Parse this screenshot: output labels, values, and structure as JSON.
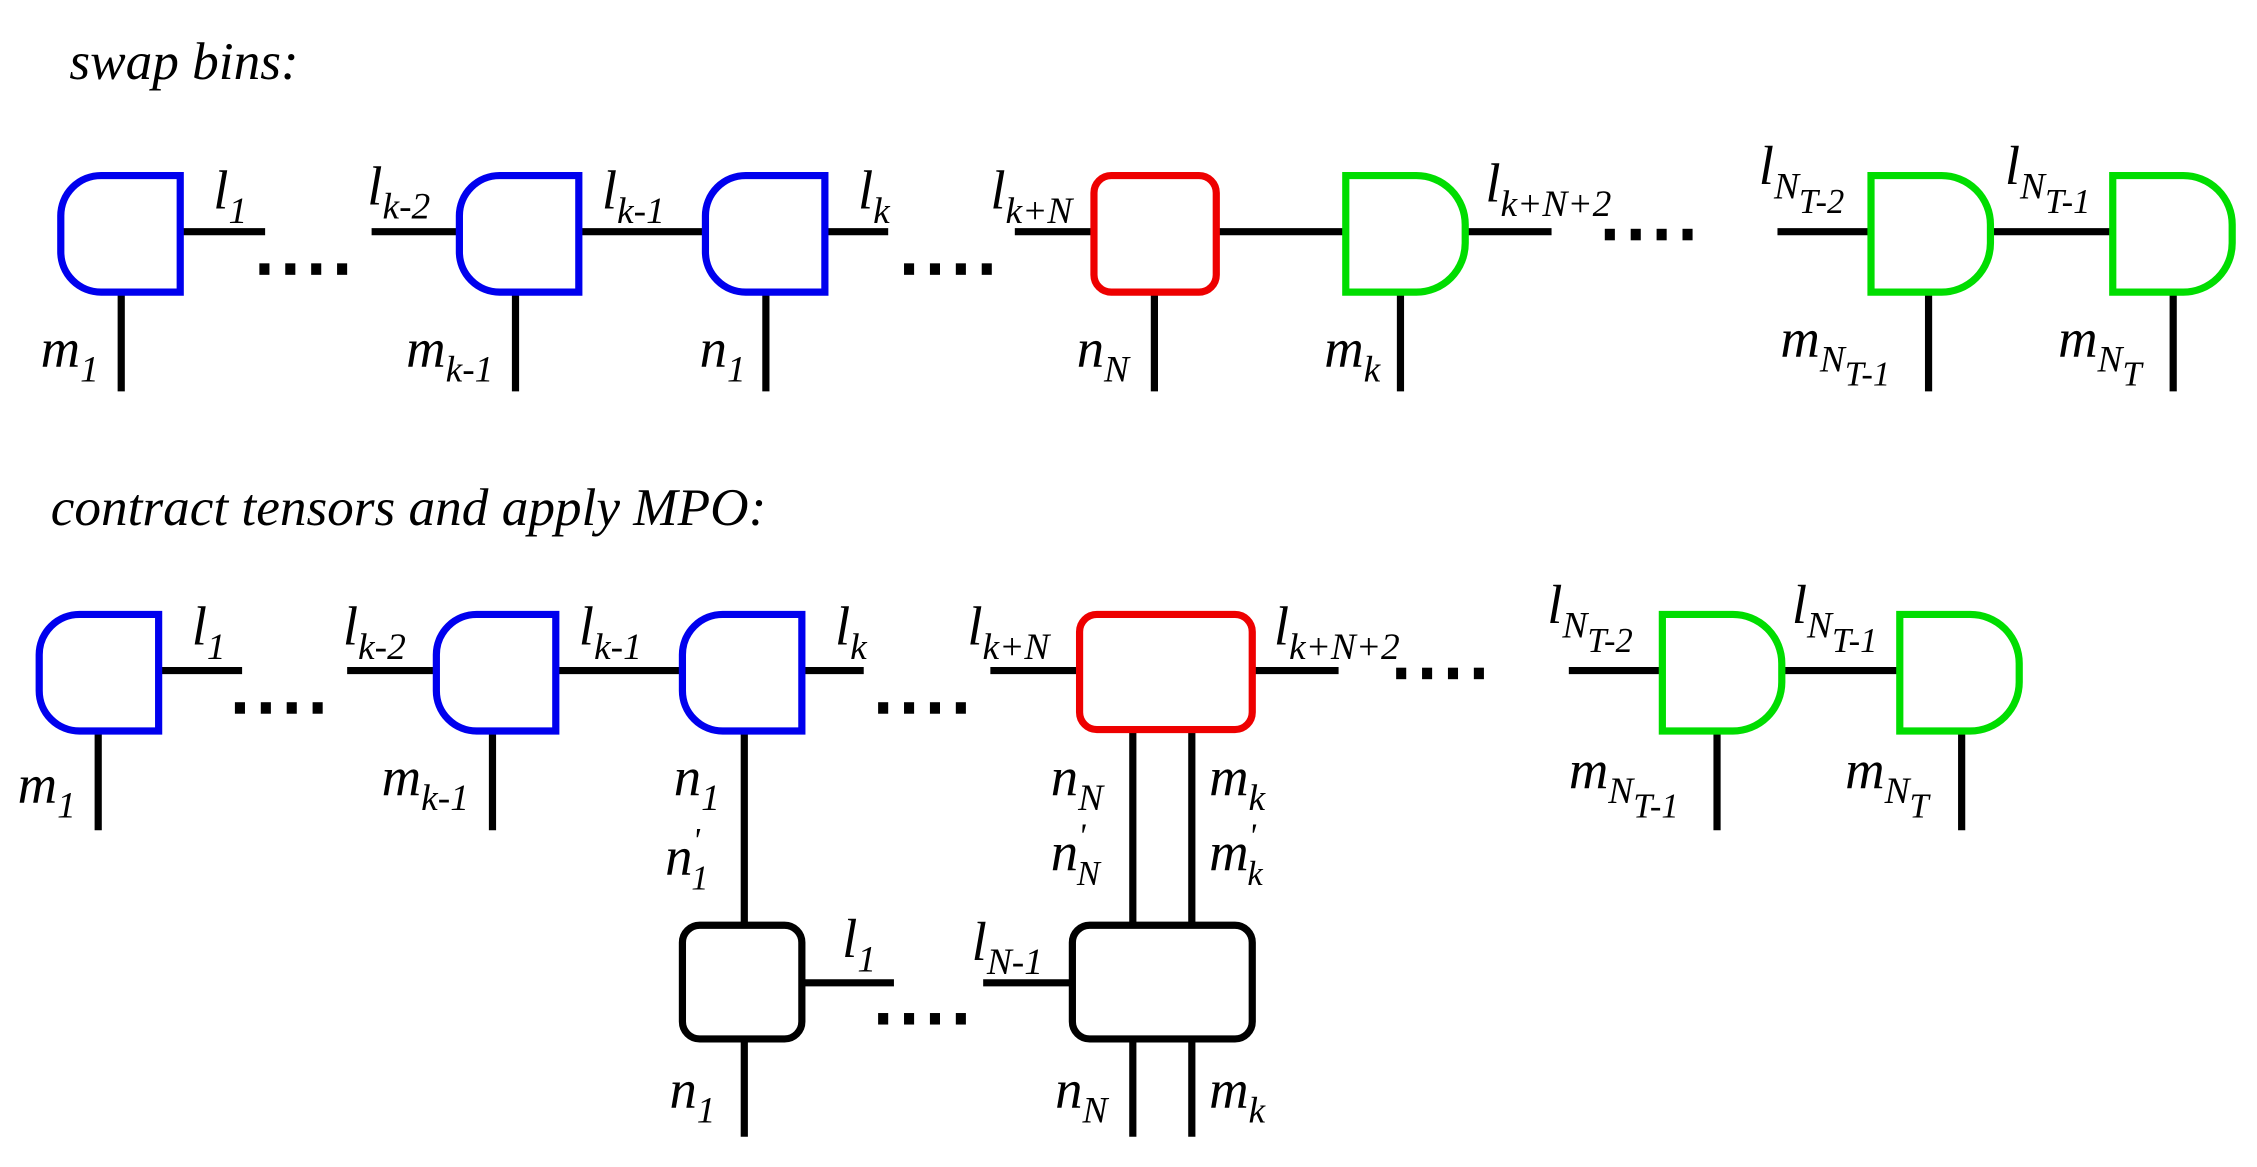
{
  "titles": {
    "top": "swap bins:",
    "bottom": "contract tensors and apply MPO:"
  },
  "colors": {
    "left_tensors": "#0000ee",
    "swapped_tensor": "#ee0000",
    "right_tensors": "#00dd00",
    "mpo": "#000000",
    "bonds": "#000000"
  },
  "dots": "....",
  "labels": {
    "l1": {
      "base": "l",
      "sub": "1"
    },
    "lk2": {
      "base": "l",
      "sub": "k-2"
    },
    "lk1": {
      "base": "l",
      "sub": "k-1"
    },
    "lk": {
      "base": "l",
      "sub": "k"
    },
    "lkN": {
      "base": "l",
      "sub": "k+N"
    },
    "lkN2": {
      "base": "l",
      "sub": "k+N+2"
    },
    "lNT2": {
      "base": "l",
      "sub": "N",
      "subsub": "T-2"
    },
    "lNT1": {
      "base": "l",
      "sub": "N",
      "subsub": "T-1"
    },
    "lN1": {
      "base": "l",
      "sub": "N-1"
    },
    "m1": {
      "base": "m",
      "sub": "1"
    },
    "mk1": {
      "base": "m",
      "sub": "k-1"
    },
    "n1": {
      "base": "n",
      "sub": "1"
    },
    "n1p": {
      "base": "n",
      "sub": "1",
      "sup": "'"
    },
    "nN": {
      "base": "n",
      "sub": "N"
    },
    "nNp": {
      "base": "n",
      "sub": "N",
      "sup": "'"
    },
    "mk": {
      "base": "m",
      "sub": "k"
    },
    "mkp": {
      "base": "m",
      "sub": "k",
      "sup": "'"
    },
    "mNT1": {
      "base": "m",
      "sub": "N",
      "subsub": "T-1"
    },
    "mNT": {
      "base": "m",
      "sub": "N",
      "subsub": "T"
    }
  }
}
